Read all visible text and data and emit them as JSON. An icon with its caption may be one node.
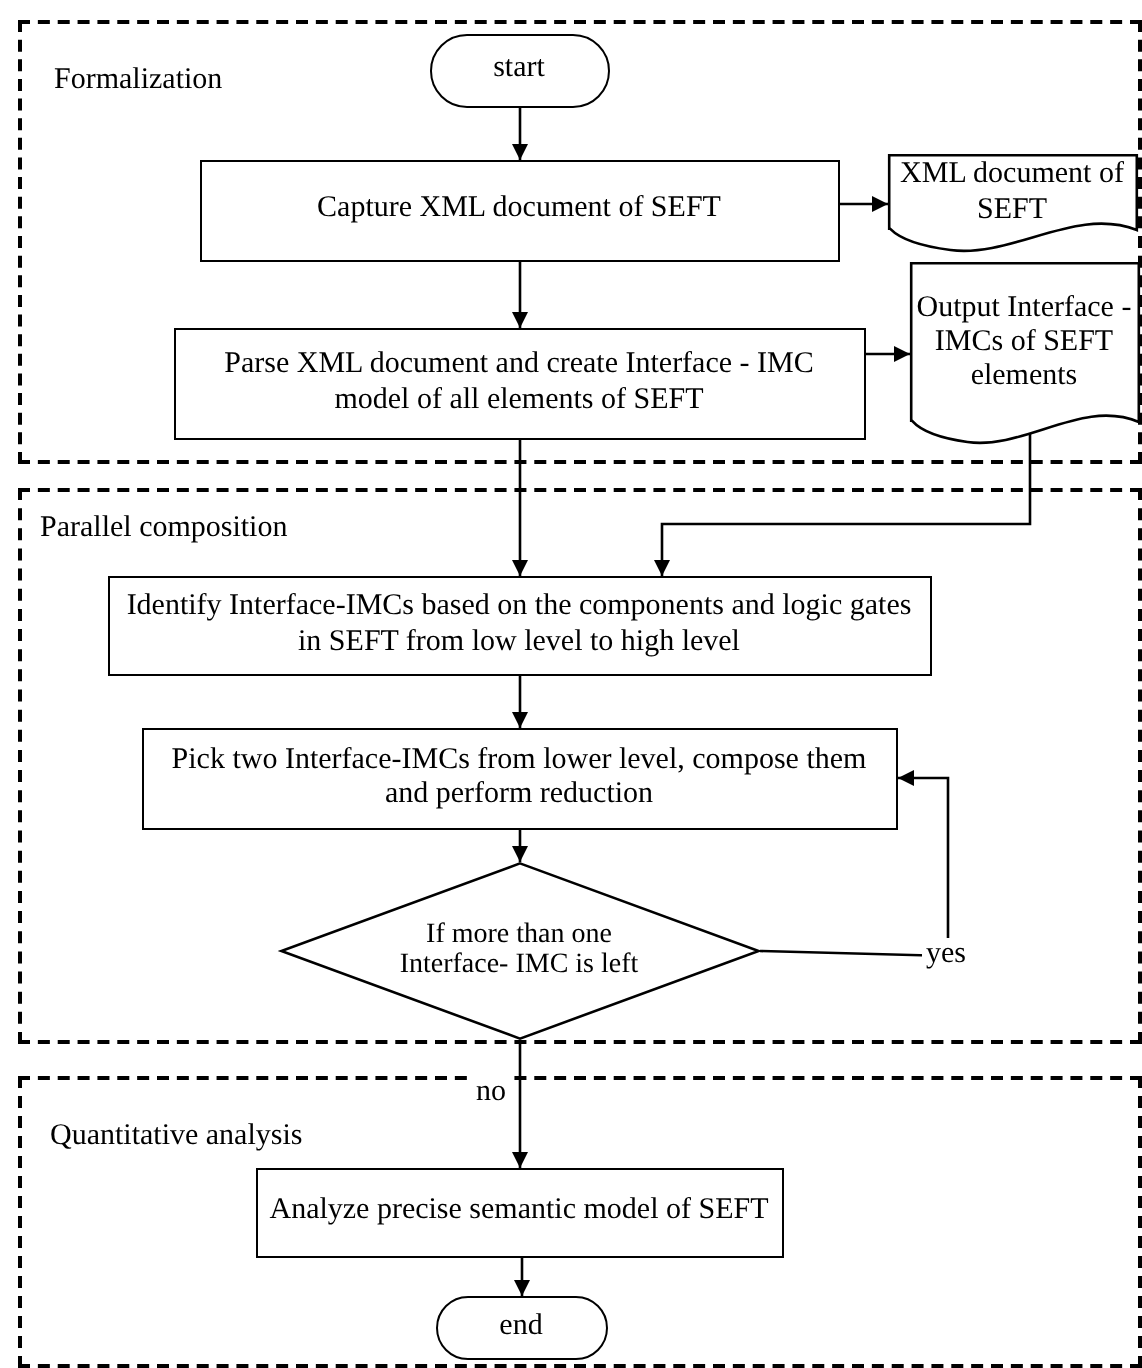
{
  "diagram": {
    "nodes": [
      {
        "text": [
          "Formalization"
        ]
      },
      {
        "text": [
          "start"
        ],
        "in": 0
      },
      {
        "text": [
          "Capture XML document of SEFT"
        ],
        "in": 0
      },
      {
        "text": [
          "XML document of SEFT"
        ],
        "in": 0
      },
      {
        "text": [
          "Parse XML document and create Interface - IMC model of all elements of SEFT"
        ],
        "in": 0
      },
      {
        "text": [
          "Output Interface - IMCs of SEFT elements"
        ],
        "in": 0
      },
      {
        "text": [
          "Parallel composition"
        ]
      },
      {
        "text": [
          "Identify Interface-IMCs based on the components and logic gates in SEFT from low level to high level"
        ],
        "in": 6
      },
      {
        "text": [
          "Pick two Interface-IMCs from lower level, compose them and perform reduction"
        ],
        "in": 6
      },
      {
        "text": [
          "If more than one Interface- IMC is left"
        ],
        "in": 6
      },
      {
        "text": [
          "Quantitative analysis"
        ]
      },
      {
        "text": [
          "Analyze precise semantic model of SEFT"
        ],
        "in": 10
      },
      {
        "text": [
          "end"
        ],
        "in": 10
      }
    ],
    "edges": [
      {
        "from": 1,
        "to": 2,
        "arrow": "to"
      },
      {
        "from": 2,
        "to": 3,
        "arrow": "to"
      },
      {
        "from": 2,
        "to": 4,
        "arrow": "to"
      },
      {
        "from": 4,
        "to": 5,
        "arrow": "to"
      },
      {
        "from": 4,
        "to": 7,
        "arrow": "to"
      },
      {
        "from": 5,
        "to": 7,
        "arrow": "to"
      },
      {
        "from": 7,
        "to": 8,
        "arrow": "to"
      },
      {
        "from": 8,
        "to": 9,
        "arrow": "to"
      },
      {
        "from": 9,
        "to": 8,
        "label": "yes",
        "arrow": "to"
      },
      {
        "from": 9,
        "to": 11,
        "label": "no",
        "arrow": "to"
      },
      {
        "from": 11,
        "to": 12,
        "arrow": "to"
      }
    ]
  }
}
